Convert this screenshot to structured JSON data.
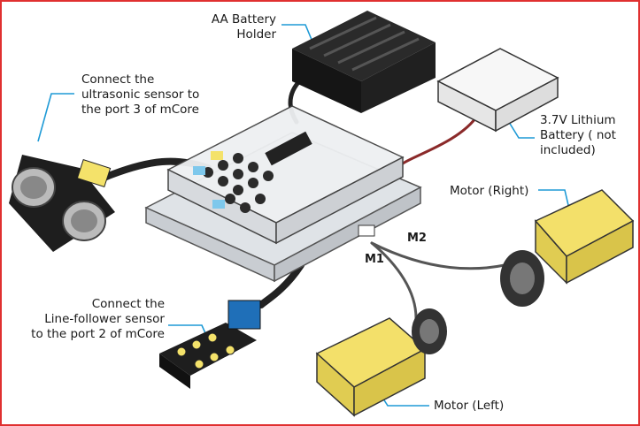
{
  "labels": {
    "battery_holder": [
      "AA Battery",
      "Holder"
    ],
    "ultrasonic": [
      "Connect the",
      "ultrasonic sensor to",
      "the port 3 of mCore"
    ],
    "lithium": [
      "3.7V Lithium",
      "Battery ( not",
      "included)"
    ],
    "motor_right": "Motor (Right)",
    "line_follower": [
      "Connect the",
      "Line-follower sensor",
      "to the port 2 of mCore"
    ],
    "motor_left": "Motor (Left)",
    "port_m1": "M1",
    "port_m2": "M2"
  },
  "colors": {
    "frame": "#e03030",
    "callout": "#1e9ad6",
    "motor_yellow": "#f3e06a",
    "sensor_black": "#1e1e1e",
    "board": "#e9ecef"
  }
}
